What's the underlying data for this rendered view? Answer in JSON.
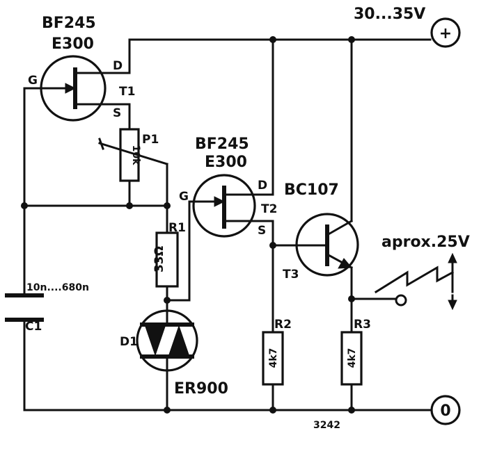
{
  "supply": {
    "voltage": "30...35V",
    "plus_symbol": "+",
    "ground_symbol": "0"
  },
  "t1": {
    "type": "BF245",
    "grade": "E300",
    "name": "T1",
    "gate": "G",
    "drain": "D",
    "source": "S"
  },
  "t2": {
    "type": "BF245",
    "grade": "E300",
    "name": "T2",
    "gate": "G",
    "drain": "D",
    "source": "S"
  },
  "t3": {
    "type": "BC107",
    "name": "T3"
  },
  "p1": {
    "name": "P1",
    "value": "10k"
  },
  "r1": {
    "name": "R1",
    "value": "33Ω"
  },
  "r2": {
    "name": "R2",
    "value": "4k7"
  },
  "r3": {
    "name": "R3",
    "value": "4k7"
  },
  "c1": {
    "name": "C1",
    "value": "10n....680n"
  },
  "d1": {
    "name": "D1",
    "type": "ER900"
  },
  "output": {
    "label": "aprox.25V"
  },
  "figure_number": "3242"
}
